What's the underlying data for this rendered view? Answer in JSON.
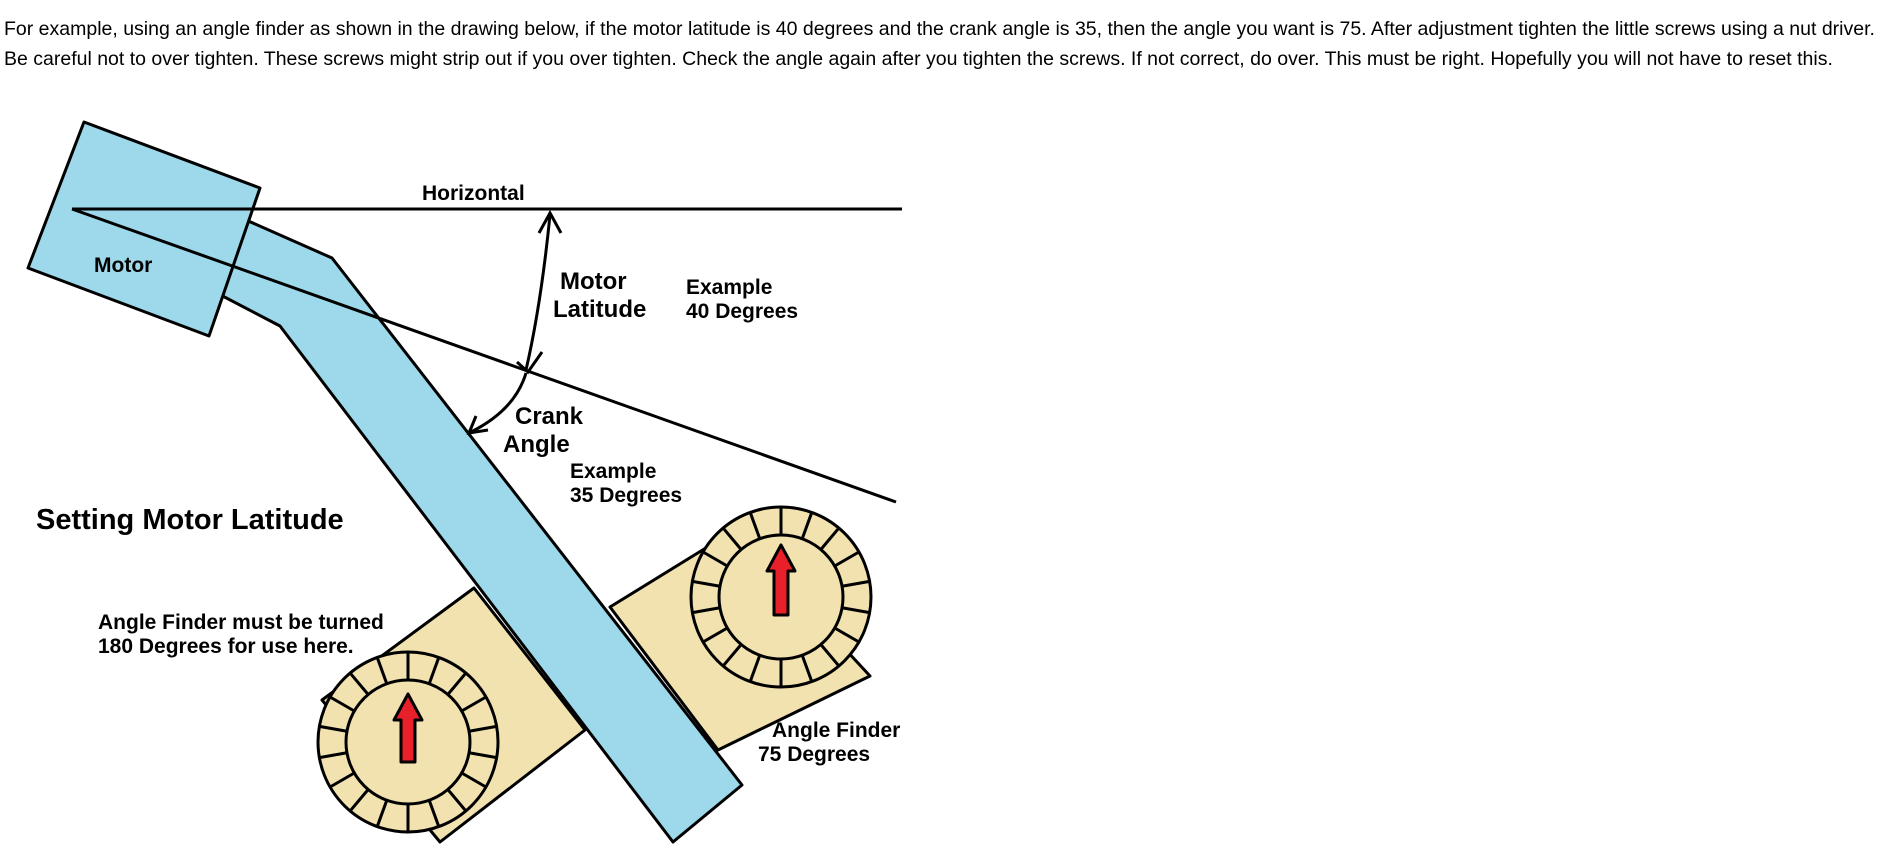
{
  "paragraph": "For example, using an angle finder as shown in the drawing below, if the motor latitude is 40 degrees and the crank angle is 35, then the angle you want is 75.   After adjustment tighten the little screws using a nut driver. Be careful not to over tighten. These screws might strip out if you over tighten. Check the angle again after you tighten the screws. If not correct, do over. This must be right. Hopefully you will not have to reset this.",
  "diagram": {
    "title": "Setting Motor Latitude",
    "horizontal_label": "Horizontal",
    "motor_label": "Motor",
    "motor_latitude_label": [
      "Motor",
      "Latitude"
    ],
    "motor_latitude_example": [
      "Example",
      "40 Degrees"
    ],
    "crank_angle_label": [
      "Crank",
      "Angle"
    ],
    "crank_angle_example": [
      "Example",
      "35 Degrees"
    ],
    "angle_finder_note": [
      "Angle Finder must be turned",
      "180 Degrees for use here."
    ],
    "angle_finder_reading": [
      "Angle Finder",
      "75 Degrees"
    ],
    "colors": {
      "motor_crank": "#9dd9ea",
      "angle_finder_body": "#f1e2b0",
      "needle": "#e8202a",
      "line": "#000000"
    }
  }
}
